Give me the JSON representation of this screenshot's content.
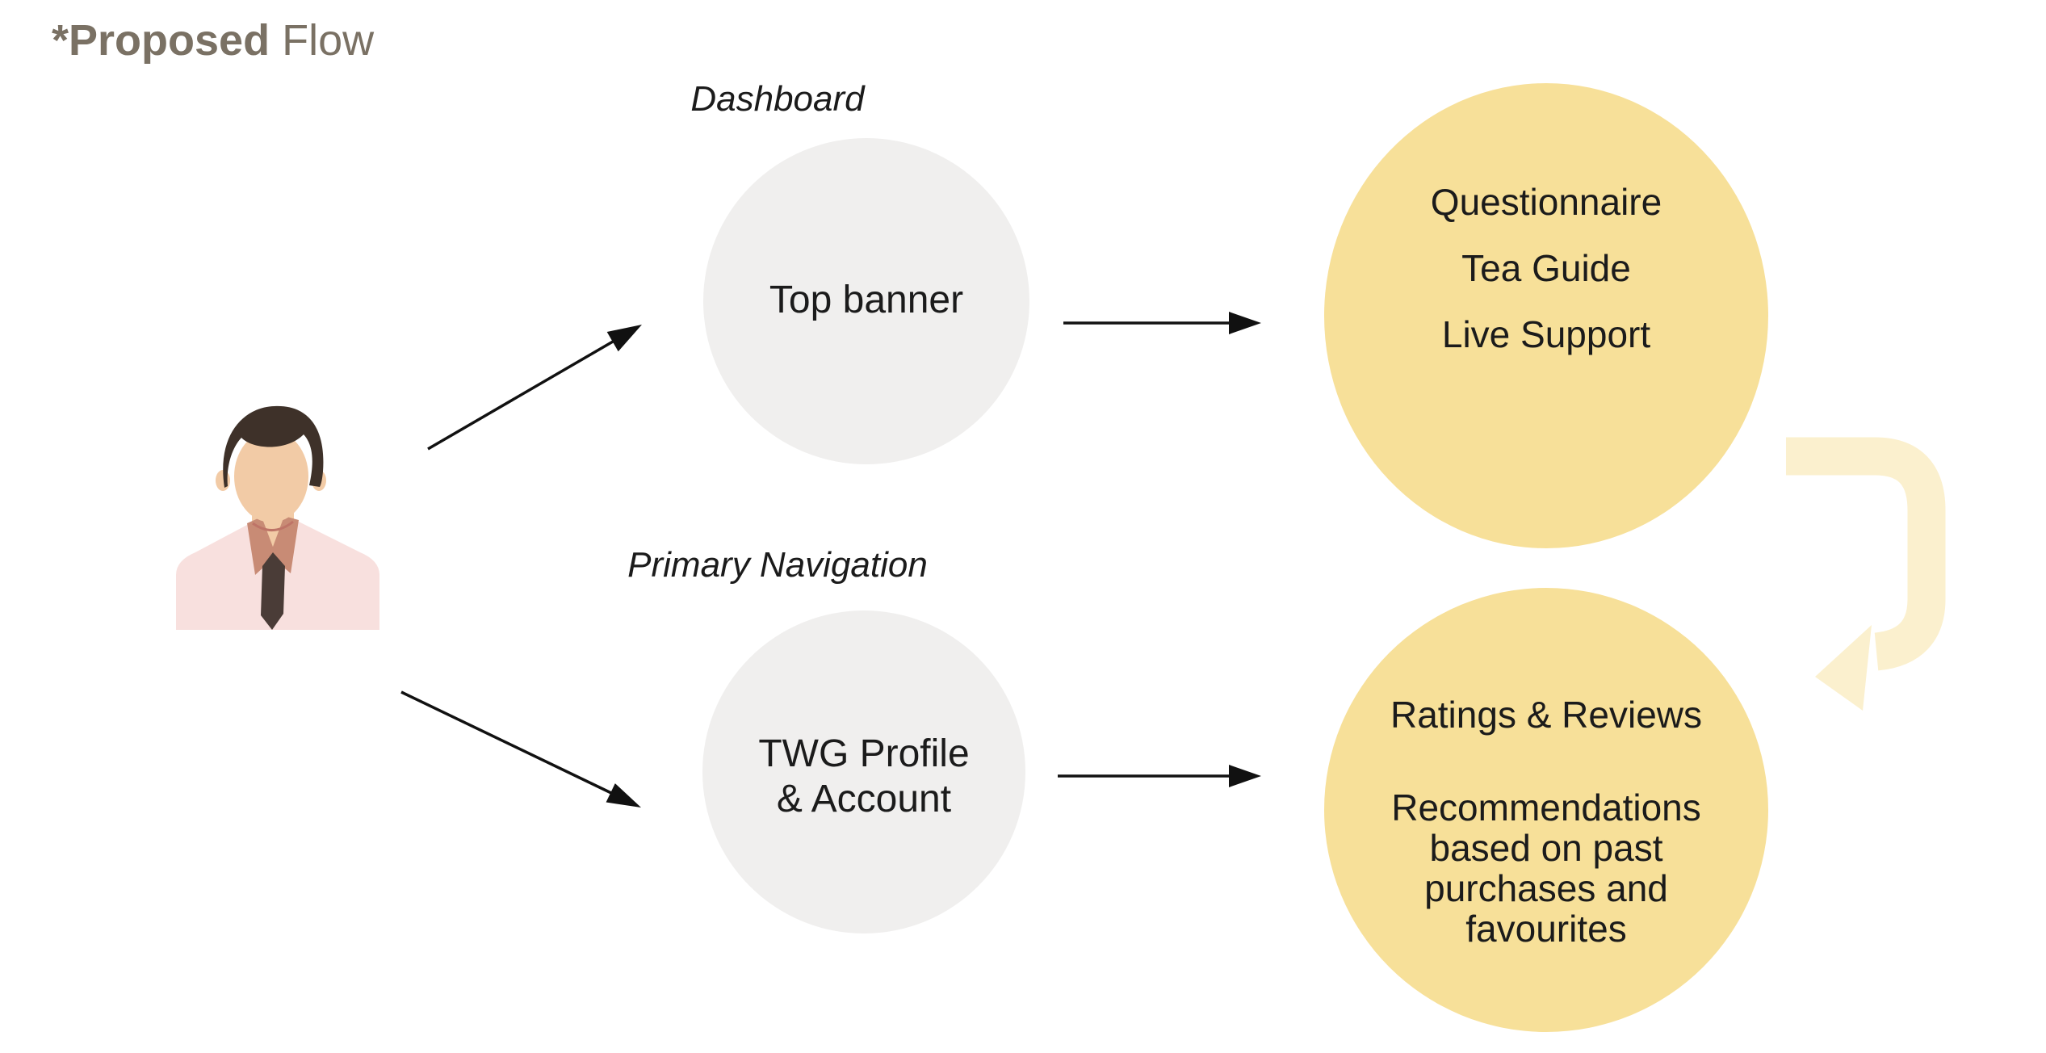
{
  "title": {
    "prefix": "*Proposed",
    "suffix": "Flow"
  },
  "labels": {
    "dashboard": "Dashboard",
    "primary_navigation": "Primary Navigation"
  },
  "nodes": {
    "top_banner": {
      "text": "Top banner"
    },
    "twg_profile": {
      "lines": [
        "TWG Profile",
        "& Account"
      ]
    },
    "dashboard_features": {
      "items": [
        "Questionnaire",
        "Tea Guide",
        "Live Support"
      ]
    },
    "account_features": {
      "heading": "Ratings & Reviews",
      "description_lines": [
        "Recommendations",
        "based on past",
        "purchases and",
        "favourites"
      ]
    }
  },
  "colors": {
    "background": "#FFFFFF",
    "title": "#7A7164",
    "text": "#1B1B1B",
    "arrow": "#111111",
    "circle_gray": "#F0EFEE",
    "circle_yellow": "#F7E099",
    "return_arrow": "#FBF0CE",
    "avatar_hair": "#3E3129",
    "avatar_skin": "#F2CBA6",
    "avatar_shirt": "#F8E0DE",
    "avatar_collar": "#C88B75",
    "avatar_tie": "#4A3C37",
    "avatar_necklace": "#BE7467"
  }
}
